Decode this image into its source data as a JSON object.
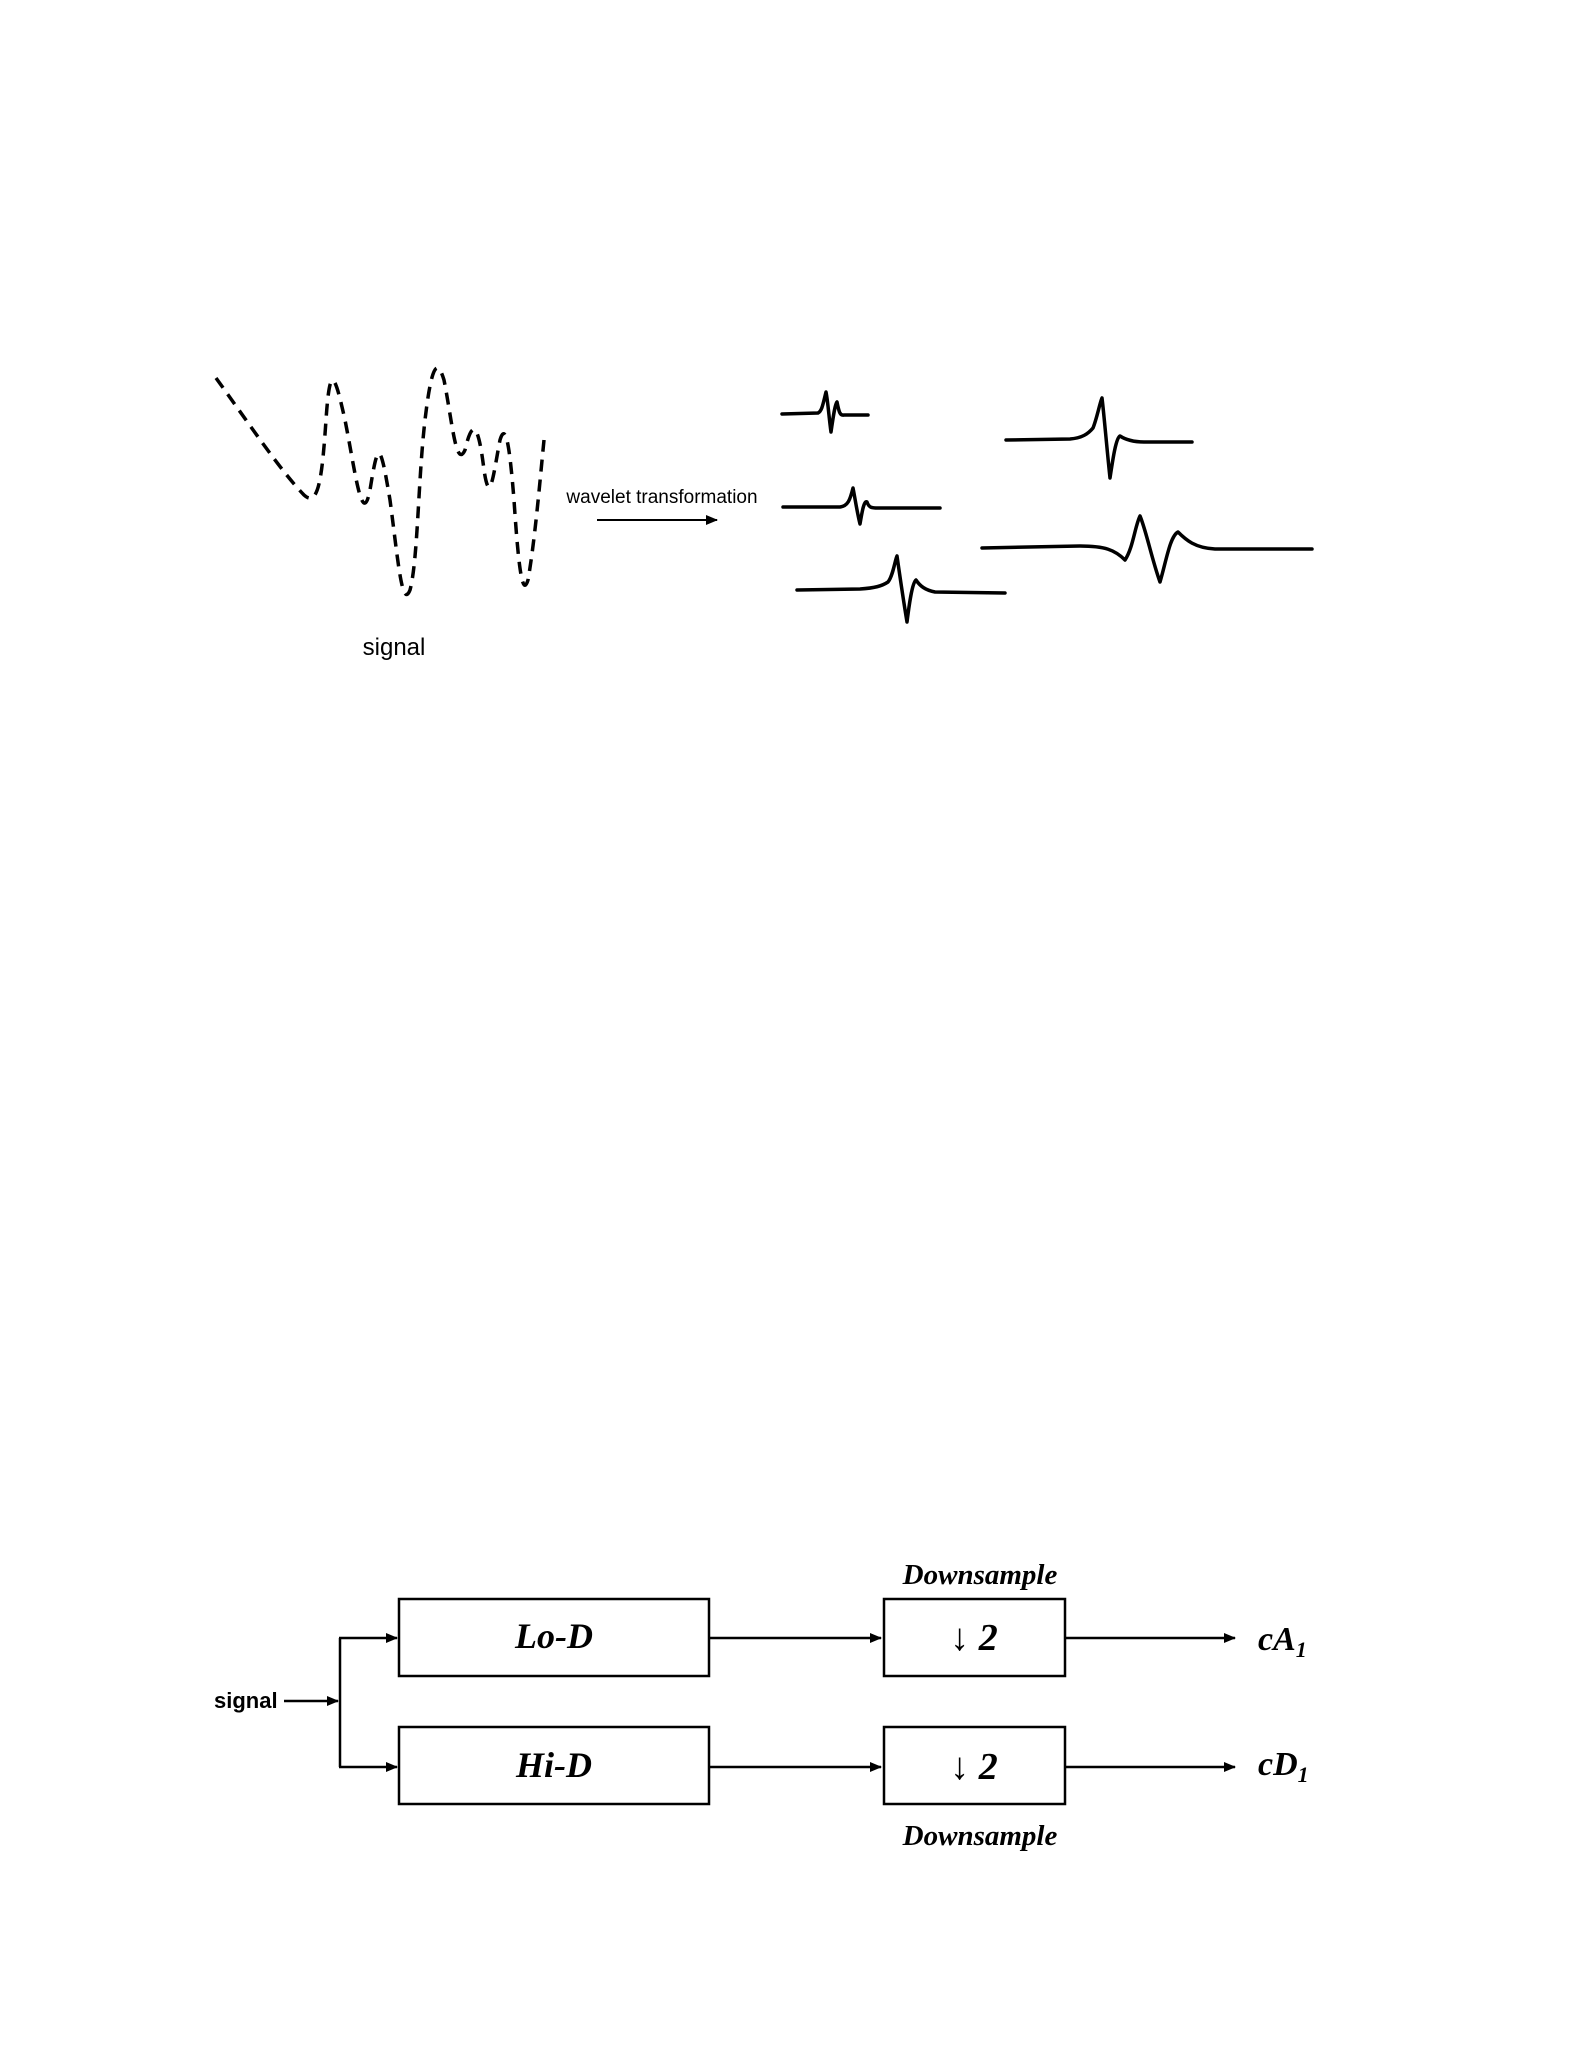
{
  "top_figure": {
    "signal_label": "signal",
    "transform_label": "wavelet transformation"
  },
  "block_diagram": {
    "input_label": "signal",
    "lowpass_label": "Lo-D",
    "highpass_label": "Hi-D",
    "downsample_top_label": "Downsample",
    "downsample_bottom_label": "Downsample",
    "downsample_symbol_top": "↓ 2",
    "downsample_symbol_bottom": "↓ 2",
    "approx_output": {
      "base": "cA",
      "sub": "1"
    },
    "detail_output": {
      "base": "cD",
      "sub": "1"
    }
  }
}
